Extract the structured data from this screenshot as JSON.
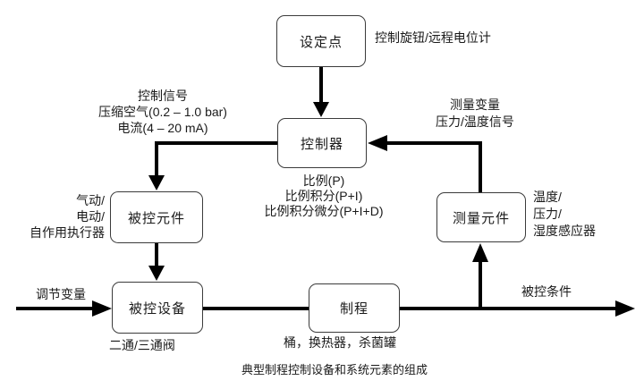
{
  "diagram": {
    "caption": "典型制程控制设备和系统元素的组成",
    "boxes": {
      "setpoint": "设定点",
      "controller": "控制器",
      "controlled_element": "被控元件",
      "measuring_element": "测量元件",
      "controlled_device": "被控设备",
      "process": "制程"
    },
    "labels": {
      "setpoint_note": "控制旋钮/远程电位计",
      "control_signal": [
        "控制信号",
        "压缩空气(0.2 – 1.0 bar)",
        "电流(4 – 20 mA)"
      ],
      "measured_variable": [
        "测量变量",
        "压力/温度信号"
      ],
      "pid": [
        "比例(P)",
        "比例积分(P+I)",
        "比例积分微分(P+I+D)"
      ],
      "actuator": [
        "气动/",
        "电动/",
        "自作用执行器"
      ],
      "sensor": [
        "温度/",
        "压力/",
        "湿度感应器"
      ],
      "manipulated_variable": "调节变量",
      "valve_note": "二通/三通阀",
      "process_note": "桶，换热器，杀菌罐",
      "controlled_condition": "被控条件"
    },
    "colors": {
      "line": "#000000",
      "box_border": "#3b3b3b",
      "background": "#ffffff",
      "text": "#1a1a1a"
    }
  }
}
